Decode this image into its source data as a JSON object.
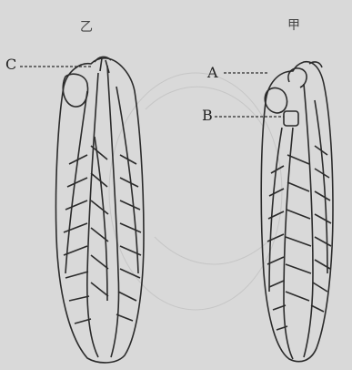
{
  "figure": {
    "left_specimen": {
      "title": "乙",
      "labels": [
        {
          "id": "C",
          "text": "C"
        }
      ]
    },
    "right_specimen": {
      "title": "甲",
      "labels": [
        {
          "id": "A",
          "text": "A"
        },
        {
          "id": "B",
          "text": "B"
        }
      ]
    }
  },
  "colors": {
    "paper": "#d9d9d9",
    "ink": "#2a2a2a",
    "faint": "#bcbcbc"
  }
}
